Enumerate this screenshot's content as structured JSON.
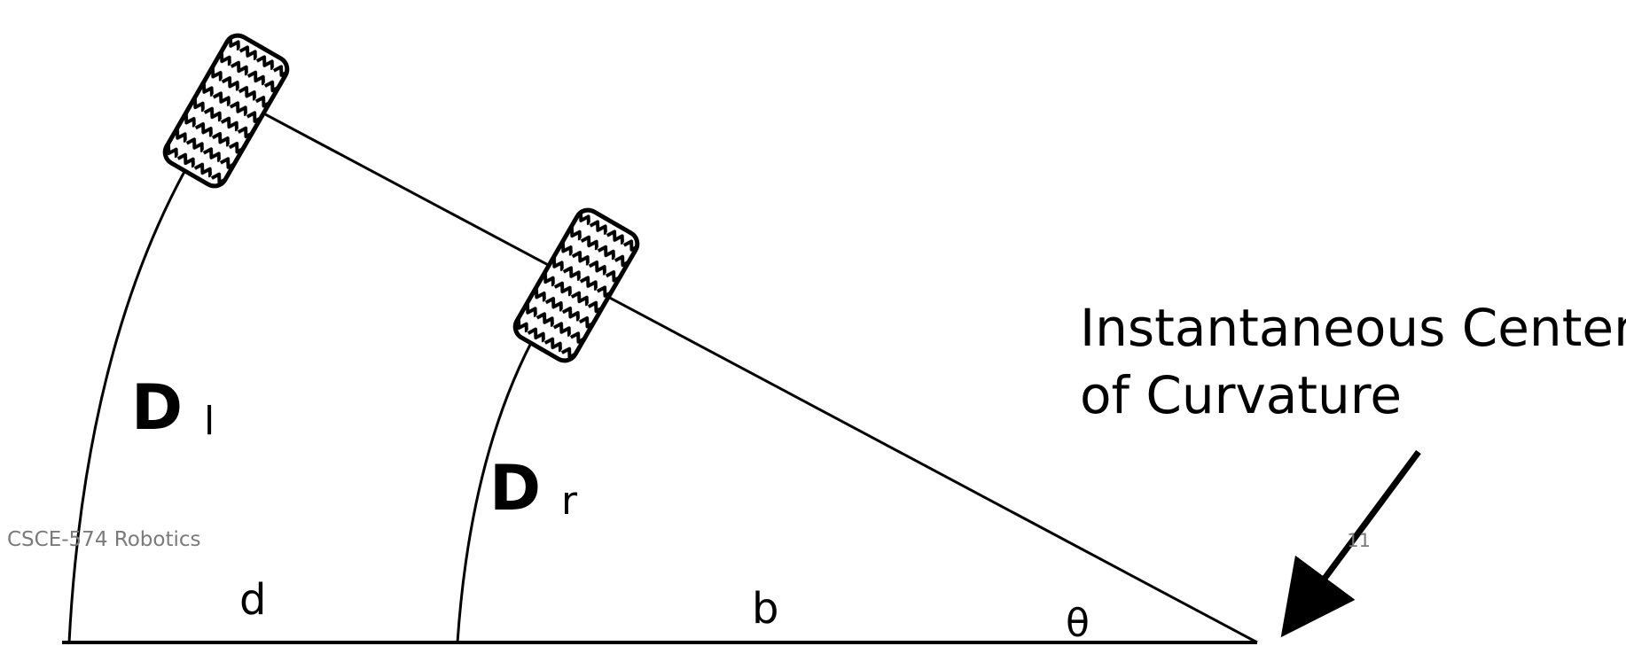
{
  "diagram": {
    "icc_label_line1": "Instantaneous Center",
    "icc_label_line2": "of Curvature",
    "left_arc_symbol": "D",
    "left_arc_subscript": "l",
    "right_arc_symbol": "D",
    "right_arc_subscript": "r",
    "distance_d_label": "d",
    "distance_b_label": "b",
    "angle_label": "θ",
    "left_wheel_icon": "tire-icon",
    "right_wheel_icon": "tire-icon",
    "pointer_icon": "arrow-icon"
  },
  "footer": {
    "course": "CSCE-574 Robotics",
    "page_number": "11"
  },
  "colors": {
    "line": "#000000",
    "footer_text": "#7a7a7a",
    "background": "#ffffff"
  }
}
